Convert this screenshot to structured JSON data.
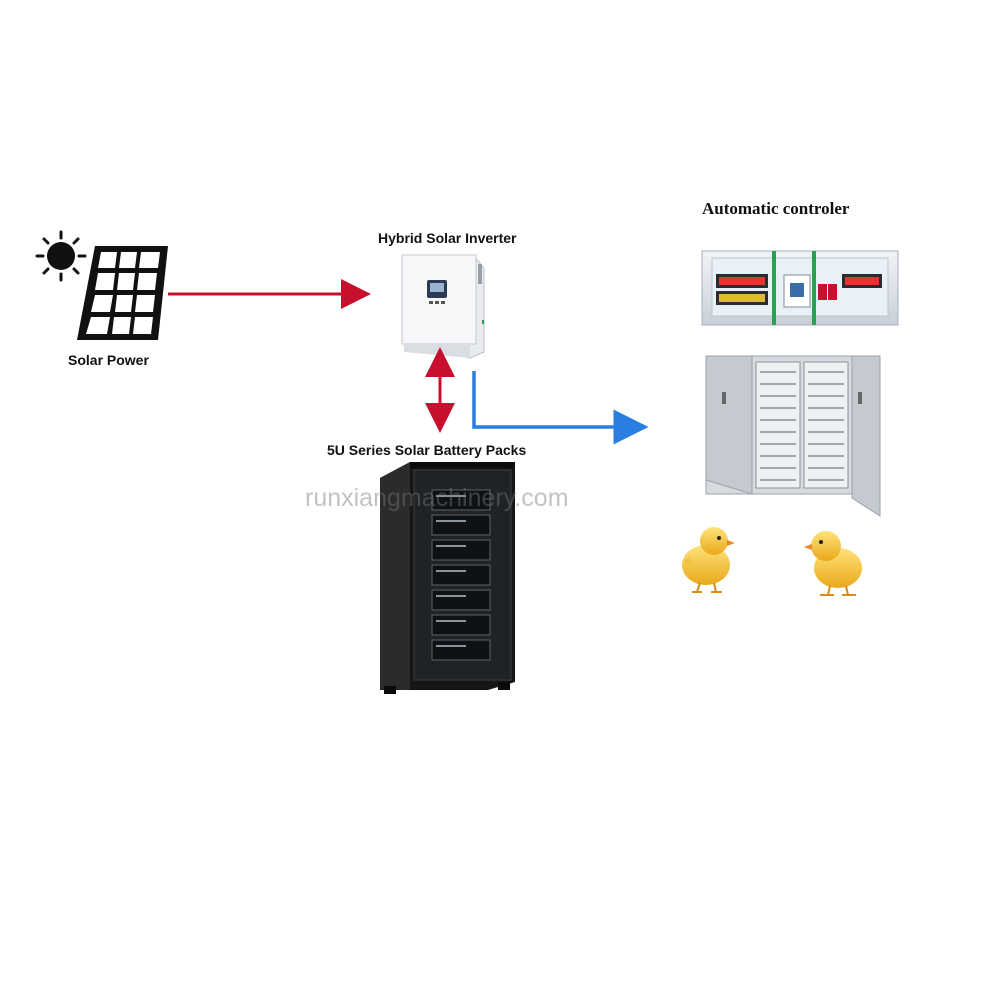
{
  "labels": {
    "solar_power": "Solar Power",
    "inverter": "Hybrid Solar Inverter",
    "battery": "5U Series Solar Battery Packs",
    "controller": "Automatic controler"
  },
  "watermark": "runxiangmachinery.com",
  "icons": {
    "sun": "sun-icon",
    "solar_panel": "solar-panel-icon",
    "inverter": "inverter-device",
    "battery_rack": "battery-rack",
    "controller_panel": "controller-panel",
    "incubator": "incubator-cabinet",
    "chick": "chick-image"
  },
  "colors": {
    "red_arrow": "#c8102e",
    "blue_arrow": "#2a7de1"
  }
}
